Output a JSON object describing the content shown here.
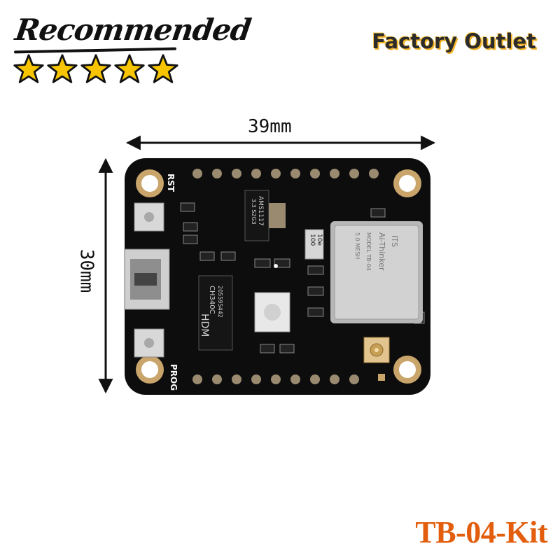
{
  "badge": {
    "text": "Recommended",
    "stars": 5
  },
  "store": {
    "label": "Factory Outlet"
  },
  "dimensions": {
    "width": "39mm",
    "height": "30mm"
  },
  "product": {
    "model": "TB-04-Kit"
  },
  "board": {
    "silkscreen": {
      "reset": "RST",
      "prog": "PROG",
      "usb_chip": "CH340C",
      "usb_chip_sub": "205595442",
      "usb_chip_logo": "HDM",
      "ldo": "AMS1117",
      "ldo_sub": "3.3  S2G3",
      "resistor": "100",
      "resistor_sub": "10e",
      "module": "Ai-Thinker",
      "module_model": "MODEL TB-04",
      "module_mesh": "5.0 MESH",
      "module_logo": "ITS"
    }
  },
  "colors": {
    "star": "#f6c400",
    "brand_orange": "#e25d0c",
    "pcb": "#0d0d0d",
    "pad_gold": "#c9a56b"
  }
}
